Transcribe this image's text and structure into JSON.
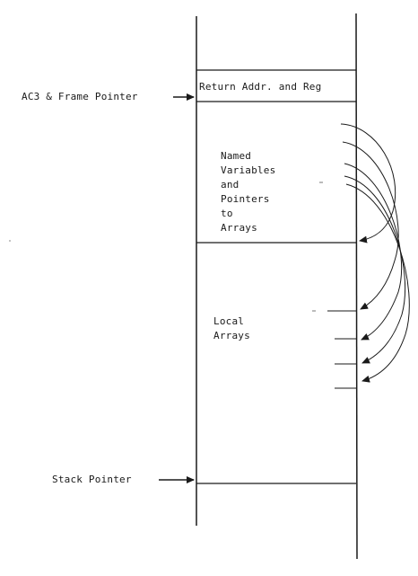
{
  "diagram": {
    "top_slot": {
      "label": "Return Addr. and Reg"
    },
    "named_section": {
      "lines": [
        "Named",
        "Variables",
        "and",
        "Pointers",
        "to",
        "Arrays"
      ]
    },
    "local_section": {
      "lines": [
        "Local",
        "Arrays"
      ]
    },
    "pointers": {
      "frame": {
        "label": "AC3 & Frame Pointer"
      },
      "stack": {
        "label": "Stack Pointer"
      }
    },
    "colors": {
      "ink": "#1a1a1a",
      "background": "#ffffff"
    }
  }
}
